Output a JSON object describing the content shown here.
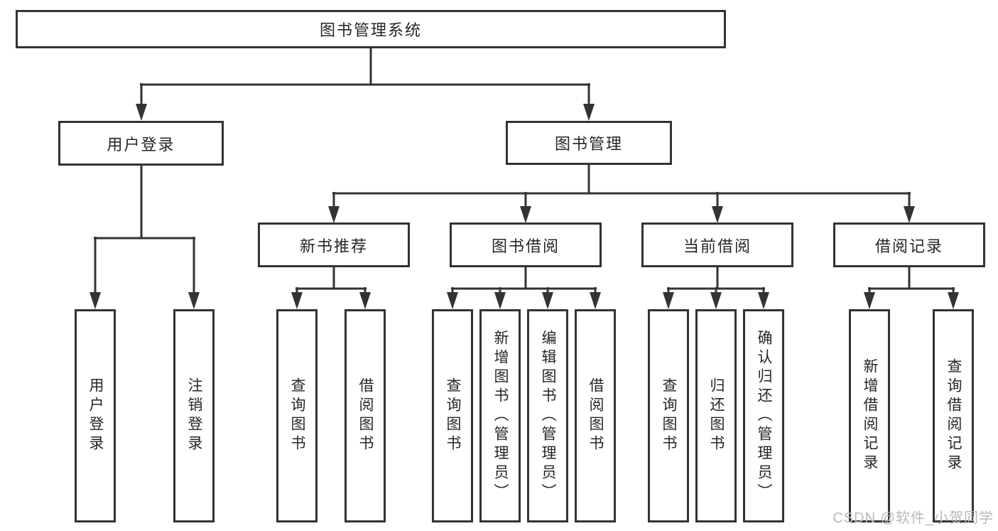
{
  "tree": {
    "root": {
      "label": "图书管理系统"
    },
    "children": [
      {
        "label": "用户登录",
        "children": [
          {
            "label": "用户登录"
          },
          {
            "label": "注销登录"
          }
        ]
      },
      {
        "label": "图书管理",
        "children": [
          {
            "label": "新书推荐",
            "children": [
              {
                "label": "查询图书"
              },
              {
                "label": "借阅图书"
              }
            ]
          },
          {
            "label": "图书借阅",
            "children": [
              {
                "label": "查询图书"
              },
              {
                "label": "新增图书（管理员）"
              },
              {
                "label": "编辑图书（管理员）"
              },
              {
                "label": "借阅图书"
              }
            ]
          },
          {
            "label": "当前借阅",
            "children": [
              {
                "label": "查询图书"
              },
              {
                "label": "归还图书"
              },
              {
                "label": "确认归还（管理员）"
              }
            ]
          },
          {
            "label": "借阅记录",
            "children": [
              {
                "label": "新增借阅记录"
              },
              {
                "label": "查询借阅记录"
              }
            ]
          }
        ]
      }
    ]
  },
  "watermark": "CSDN @软件_小贺同学",
  "colors": {
    "line": "#333333",
    "box_border": "#333333",
    "text": "#262626",
    "watermark": "#b8b8b8",
    "background": "#ffffff"
  }
}
